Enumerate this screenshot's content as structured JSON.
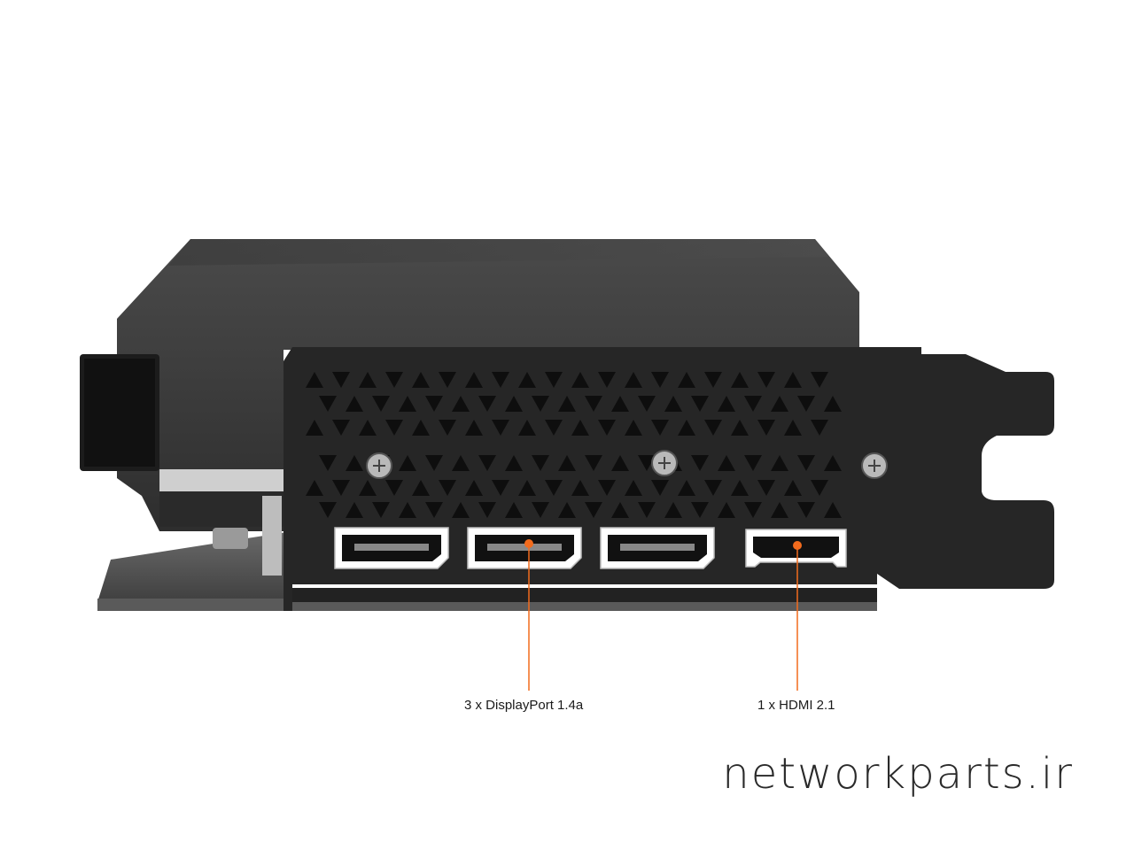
{
  "image": {
    "subject": "graphics-card-io-bracket",
    "colors": {
      "shroud": "#3a3a3a",
      "bracket": "#262626",
      "callout": "#f26b1d",
      "background": "#ffffff"
    }
  },
  "callouts": {
    "displayport": {
      "label": "3 x DisplayPort 1.4a",
      "count": 3
    },
    "hdmi": {
      "label": "1 x HDMI 2.1",
      "count": 1
    }
  },
  "watermark": {
    "text": "networkparts.ir"
  }
}
